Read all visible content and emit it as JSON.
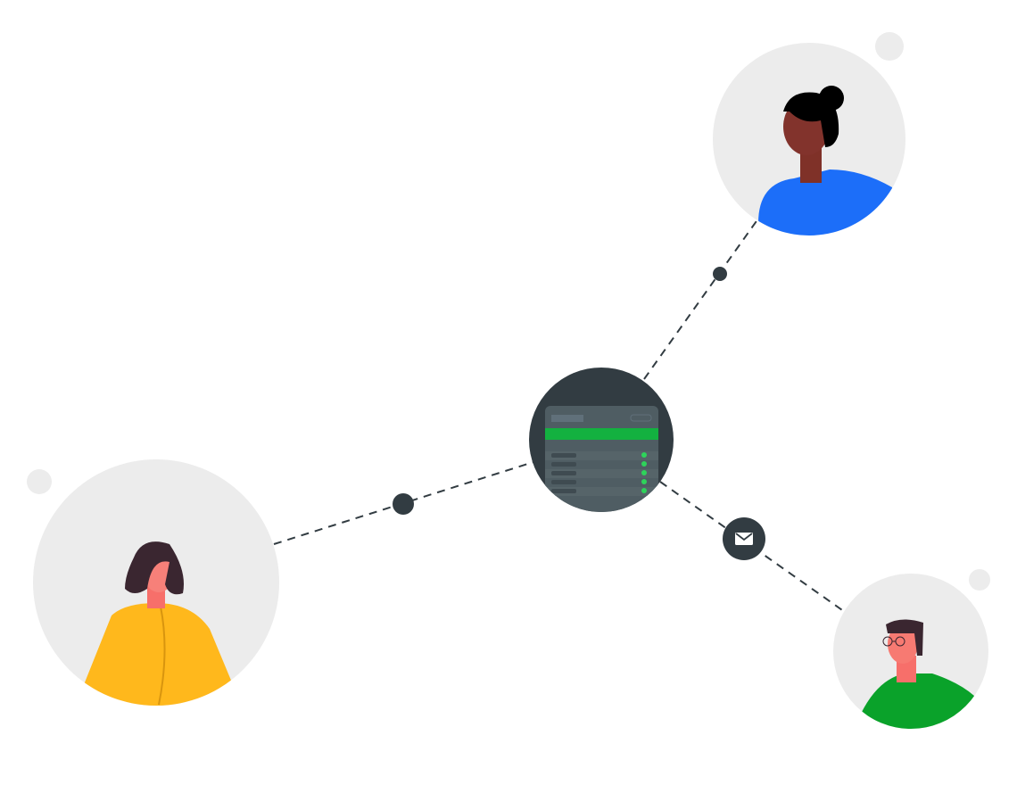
{
  "colors": {
    "background": "#ffffff",
    "avatar_bg": "#ececec",
    "hub": "#323c42",
    "panel": "#4f5d63",
    "accent_green": "#13b140",
    "connector": "#323c42",
    "shirt_blue": "#1c6ef9",
    "shirt_yellow": "#ffb81c",
    "shirt_green": "#0aa22a"
  },
  "icons": {
    "hub": "server-dashboard-icon",
    "message": "envelope-icon"
  },
  "people": [
    {
      "role": "top-right",
      "shirt": "blue"
    },
    {
      "role": "left",
      "shirt": "yellow"
    },
    {
      "role": "bottom-right",
      "shirt": "green"
    }
  ]
}
